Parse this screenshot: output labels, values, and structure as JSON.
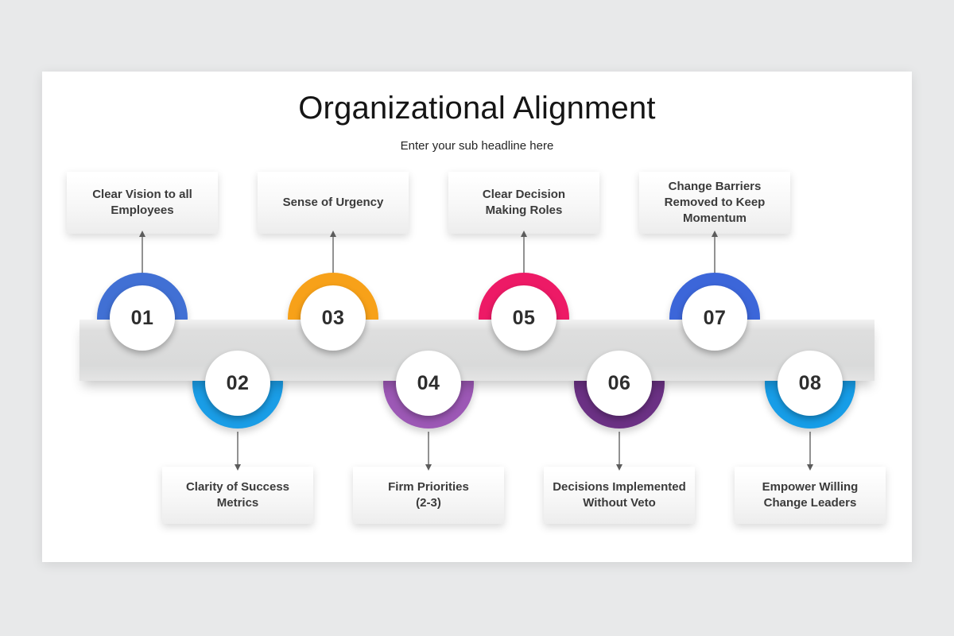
{
  "page": {
    "background_color": "#e8e9ea",
    "slide_background": "#ffffff"
  },
  "header": {
    "title": "Organizational Alignment",
    "subtitle": "Enter your sub headline here"
  },
  "timeline": {
    "bar_color_top": "#f2f2f2",
    "bar_color_bottom": "#d9dada"
  },
  "steps": [
    {
      "number": "01",
      "label": "Clear Vision to all\nEmployees",
      "color": "#4170d4",
      "position": "top"
    },
    {
      "number": "02",
      "label": "Clarity of Success\nMetrics",
      "color": "#1a9de6",
      "position": "bottom"
    },
    {
      "number": "03",
      "label": "Sense of Urgency",
      "color": "#f7a119",
      "position": "top"
    },
    {
      "number": "04",
      "label": "Firm Priorities\n(2-3)",
      "color": "#9c58b5",
      "position": "bottom"
    },
    {
      "number": "05",
      "label": "Clear Decision\nMaking Roles",
      "color": "#ed1a66",
      "position": "top"
    },
    {
      "number": "06",
      "label": "Decisions Implemented\nWithout Veto",
      "color": "#6b3184",
      "position": "bottom"
    },
    {
      "number": "07",
      "label": "Change Barriers\nRemoved to Keep\nMomentum",
      "color": "#3c66d9",
      "position": "top"
    },
    {
      "number": "08",
      "label": "Empower Willing\nChange Leaders",
      "color": "#179de7",
      "position": "bottom"
    }
  ]
}
